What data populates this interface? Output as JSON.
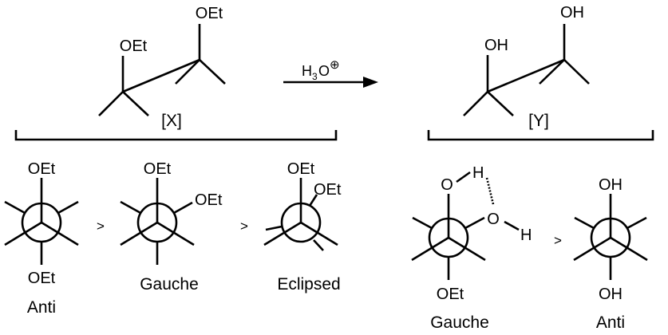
{
  "reactant": {
    "label": "[X]",
    "group_left": "OEt",
    "group_right": "OEt"
  },
  "product": {
    "label": "[Y]",
    "group_left": "OH",
    "group_right": "OH"
  },
  "reagent": {
    "h": "H",
    "sub": "3",
    "o": "O",
    "charge": "⊕"
  },
  "left_stability": {
    "anti": {
      "top": "OEt",
      "bottom": "OEt",
      "label": "Anti"
    },
    "gt1": ">",
    "gauche": {
      "top": "OEt",
      "side": "OEt",
      "label": "Gauche"
    },
    "gt2": ">",
    "eclipsed": {
      "top": "OEt",
      "side": "OEt",
      "label": "Eclipsed"
    }
  },
  "right_stability": {
    "gauche": {
      "o1": "O",
      "h1": "H",
      "o2": "O",
      "h2": "H",
      "bottom": "OEt",
      "label": "Gauche"
    },
    "gt": ">",
    "anti": {
      "top": "OH",
      "bottom": "OH",
      "label": "Anti"
    }
  }
}
